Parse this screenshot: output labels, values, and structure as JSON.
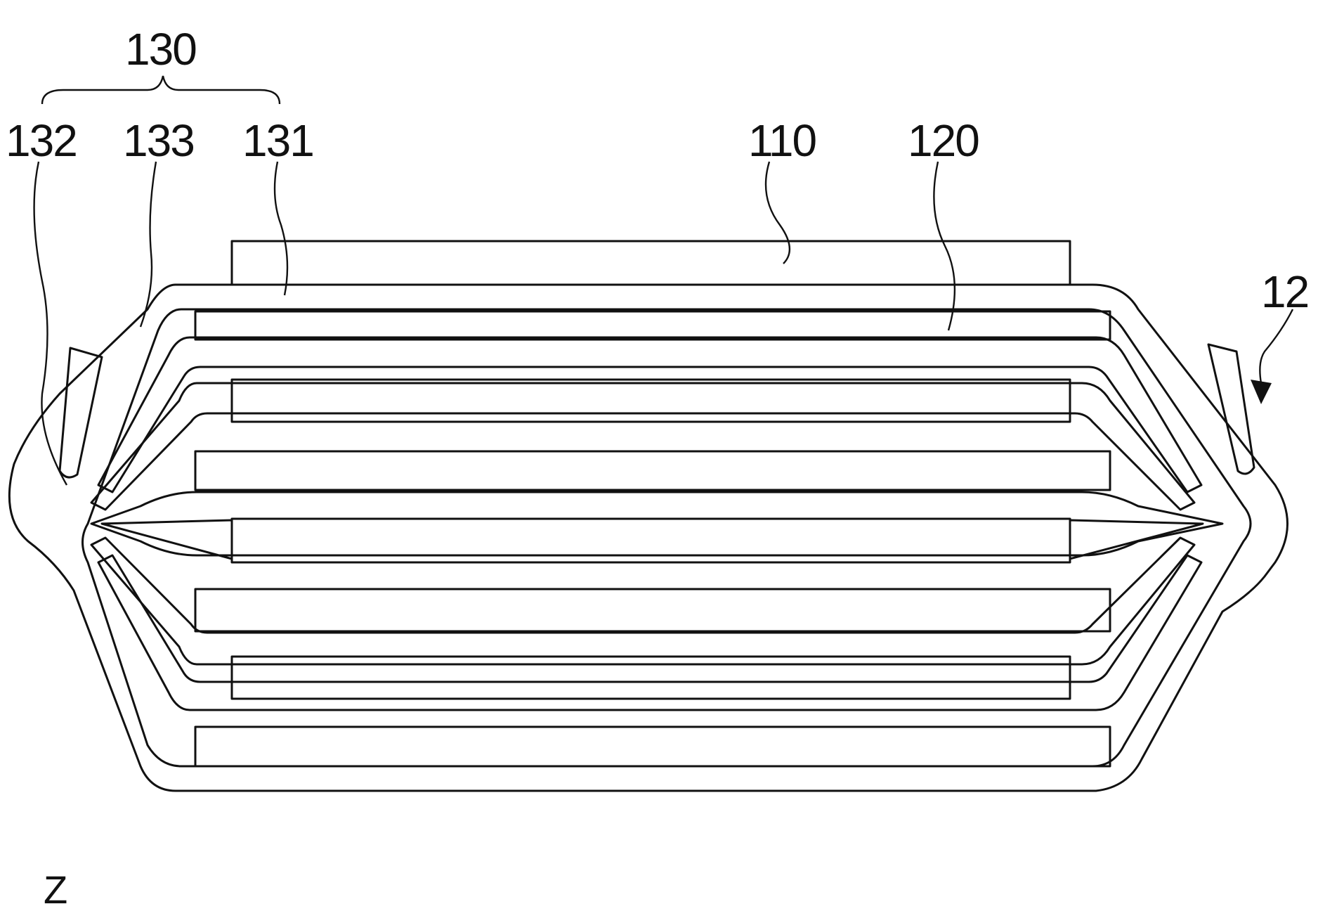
{
  "figure": {
    "reference_numerals": {
      "assembly": "130",
      "numeral_132": "132",
      "numeral_133": "133",
      "numeral_131": "131",
      "numeral_110": "110",
      "numeral_120": "120",
      "numeral_12": "12"
    },
    "axis_label": "Z"
  },
  "colors": {
    "outline": "#111111",
    "background": "#ffffff",
    "dot_fill": "#d9d9d9"
  }
}
